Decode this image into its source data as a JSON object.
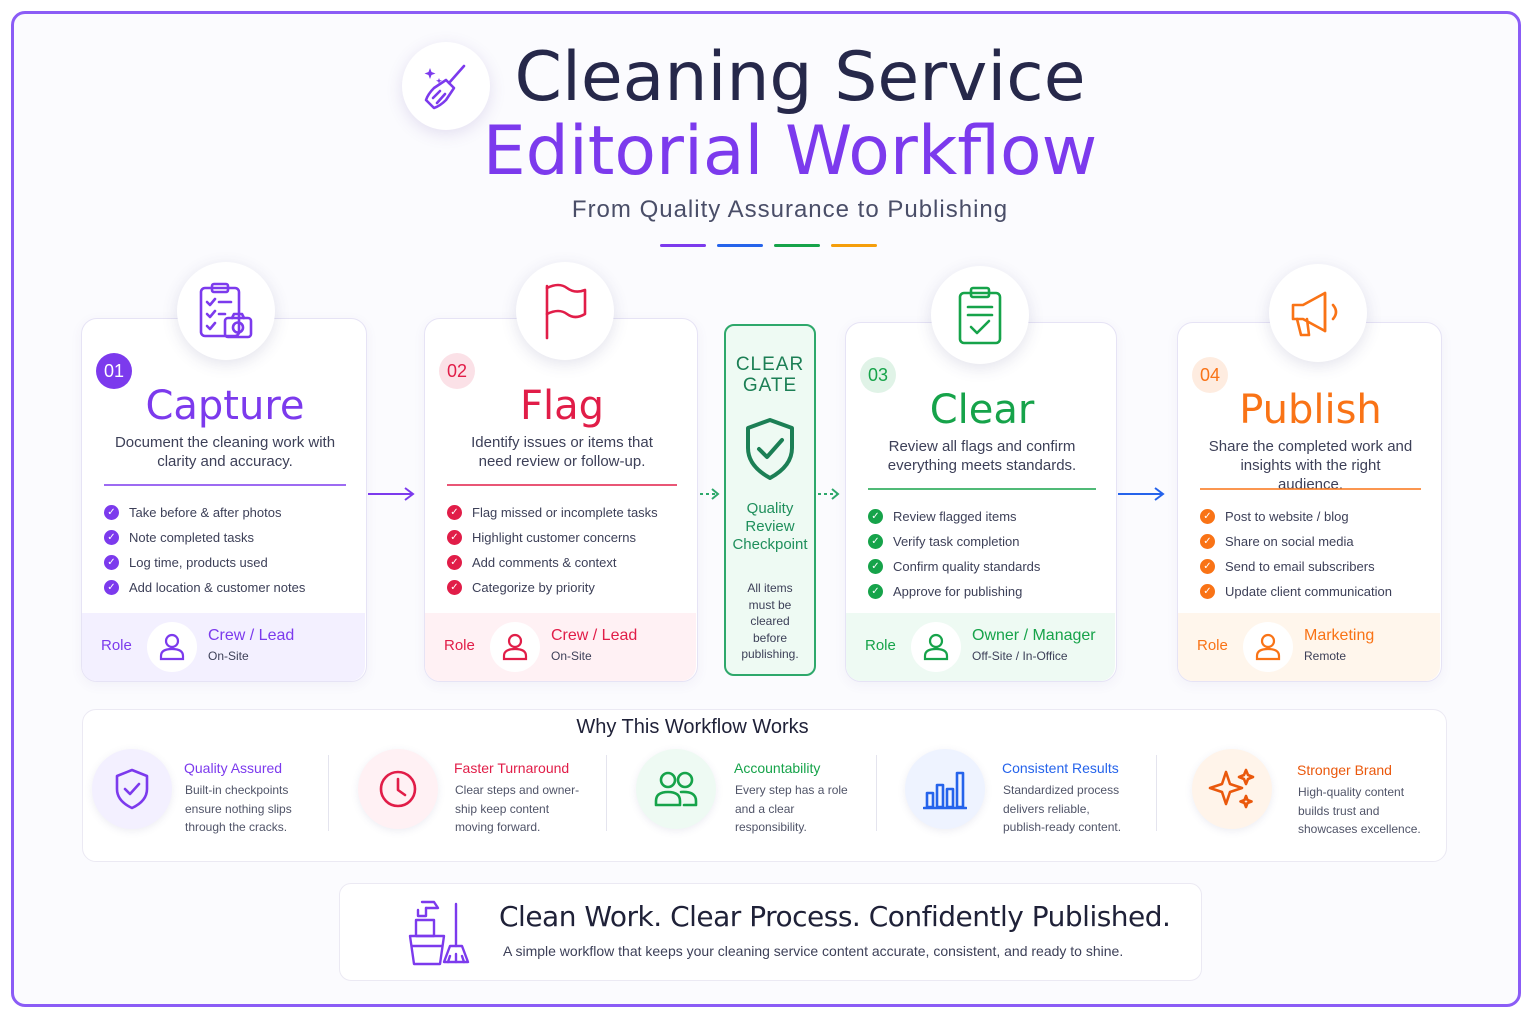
{
  "header": {
    "title_line1": "Cleaning Service",
    "title_line2": "Editorial Workflow",
    "subtitle": "From Quality Assurance to Publishing",
    "accent_bars": [
      "#7c3aed",
      "#2563eb",
      "#16a34a",
      "#f59e0b"
    ]
  },
  "steps": [
    {
      "number": "01",
      "title": "Capture",
      "color": "#7c3aed",
      "icon": "clipboard-camera-icon",
      "description": "Document the cleaning work with clarity and accuracy.",
      "items": [
        "Take before & after photos",
        "Note completed tasks",
        "Log time, products used",
        "Add location & customer notes"
      ],
      "role_label": "Role",
      "role_name": "Crew / Lead",
      "role_location": "On-Site"
    },
    {
      "number": "02",
      "title": "Flag",
      "color": "#e11d48",
      "icon": "flag-icon",
      "description": "Identify issues or items that need review or follow-up.",
      "items": [
        "Flag missed or incomplete tasks",
        "Highlight customer concerns",
        "Add comments & context",
        "Categorize by priority"
      ],
      "role_label": "Role",
      "role_name": "Crew / Lead",
      "role_location": "On-Site"
    },
    {
      "number": "03",
      "title": "Clear",
      "color": "#16a34a",
      "icon": "clipboard-check-icon",
      "description": "Review all flags and confirm everything meets standards.",
      "items": [
        "Review flagged items",
        "Verify task completion",
        "Confirm quality standards",
        "Approve for publishing"
      ],
      "role_label": "Role",
      "role_name": "Owner / Manager",
      "role_location": "Off-Site / In-Office"
    },
    {
      "number": "04",
      "title": "Publish",
      "color": "#f97316",
      "icon": "megaphone-icon",
      "description": "Share the completed work and insights with the right audience.",
      "items": [
        "Post to website / blog",
        "Share on social media",
        "Send to email subscribers",
        "Update client communication"
      ],
      "role_label": "Role",
      "role_name": "Marketing",
      "role_location": "Remote"
    }
  ],
  "gate": {
    "title_line1": "CLEAR",
    "title_line2": "GATE",
    "subtitle_lines": [
      "Quality",
      "Review",
      "Checkpoint"
    ],
    "note_lines": [
      "All items",
      "must be",
      "cleared",
      "before",
      "publishing."
    ]
  },
  "why": {
    "title": "Why This Workflow Works",
    "benefits": [
      {
        "title": "Quality Assured",
        "color": "#7c3aed",
        "icon": "shield-check-icon",
        "lines": [
          "Built-in checkpoints",
          "ensure nothing slips",
          "through the cracks."
        ]
      },
      {
        "title": "Faster Turnaround",
        "color": "#e11d48",
        "icon": "clock-icon",
        "lines": [
          "Clear steps and owner-",
          "ship keep content",
          "moving forward."
        ]
      },
      {
        "title": "Accountability",
        "color": "#16a34a",
        "icon": "users-icon",
        "lines": [
          "Every step has a role",
          "and a clear",
          "responsibility."
        ]
      },
      {
        "title": "Consistent Results",
        "color": "#2563eb",
        "icon": "bar-chart-icon",
        "lines": [
          "Standardized process",
          "delivers reliable,",
          "publish-ready content."
        ]
      },
      {
        "title": "Stronger Brand",
        "color": "#ea580c",
        "icon": "sparkles-icon",
        "lines": [
          "High-quality content",
          "builds trust and",
          "showcases excellence."
        ]
      }
    ]
  },
  "footer": {
    "title": "Clean Work. Clear Process. Confidently Published.",
    "subtitle": "A simple workflow that keeps your cleaning service content accurate, consistent, and ready to shine."
  }
}
